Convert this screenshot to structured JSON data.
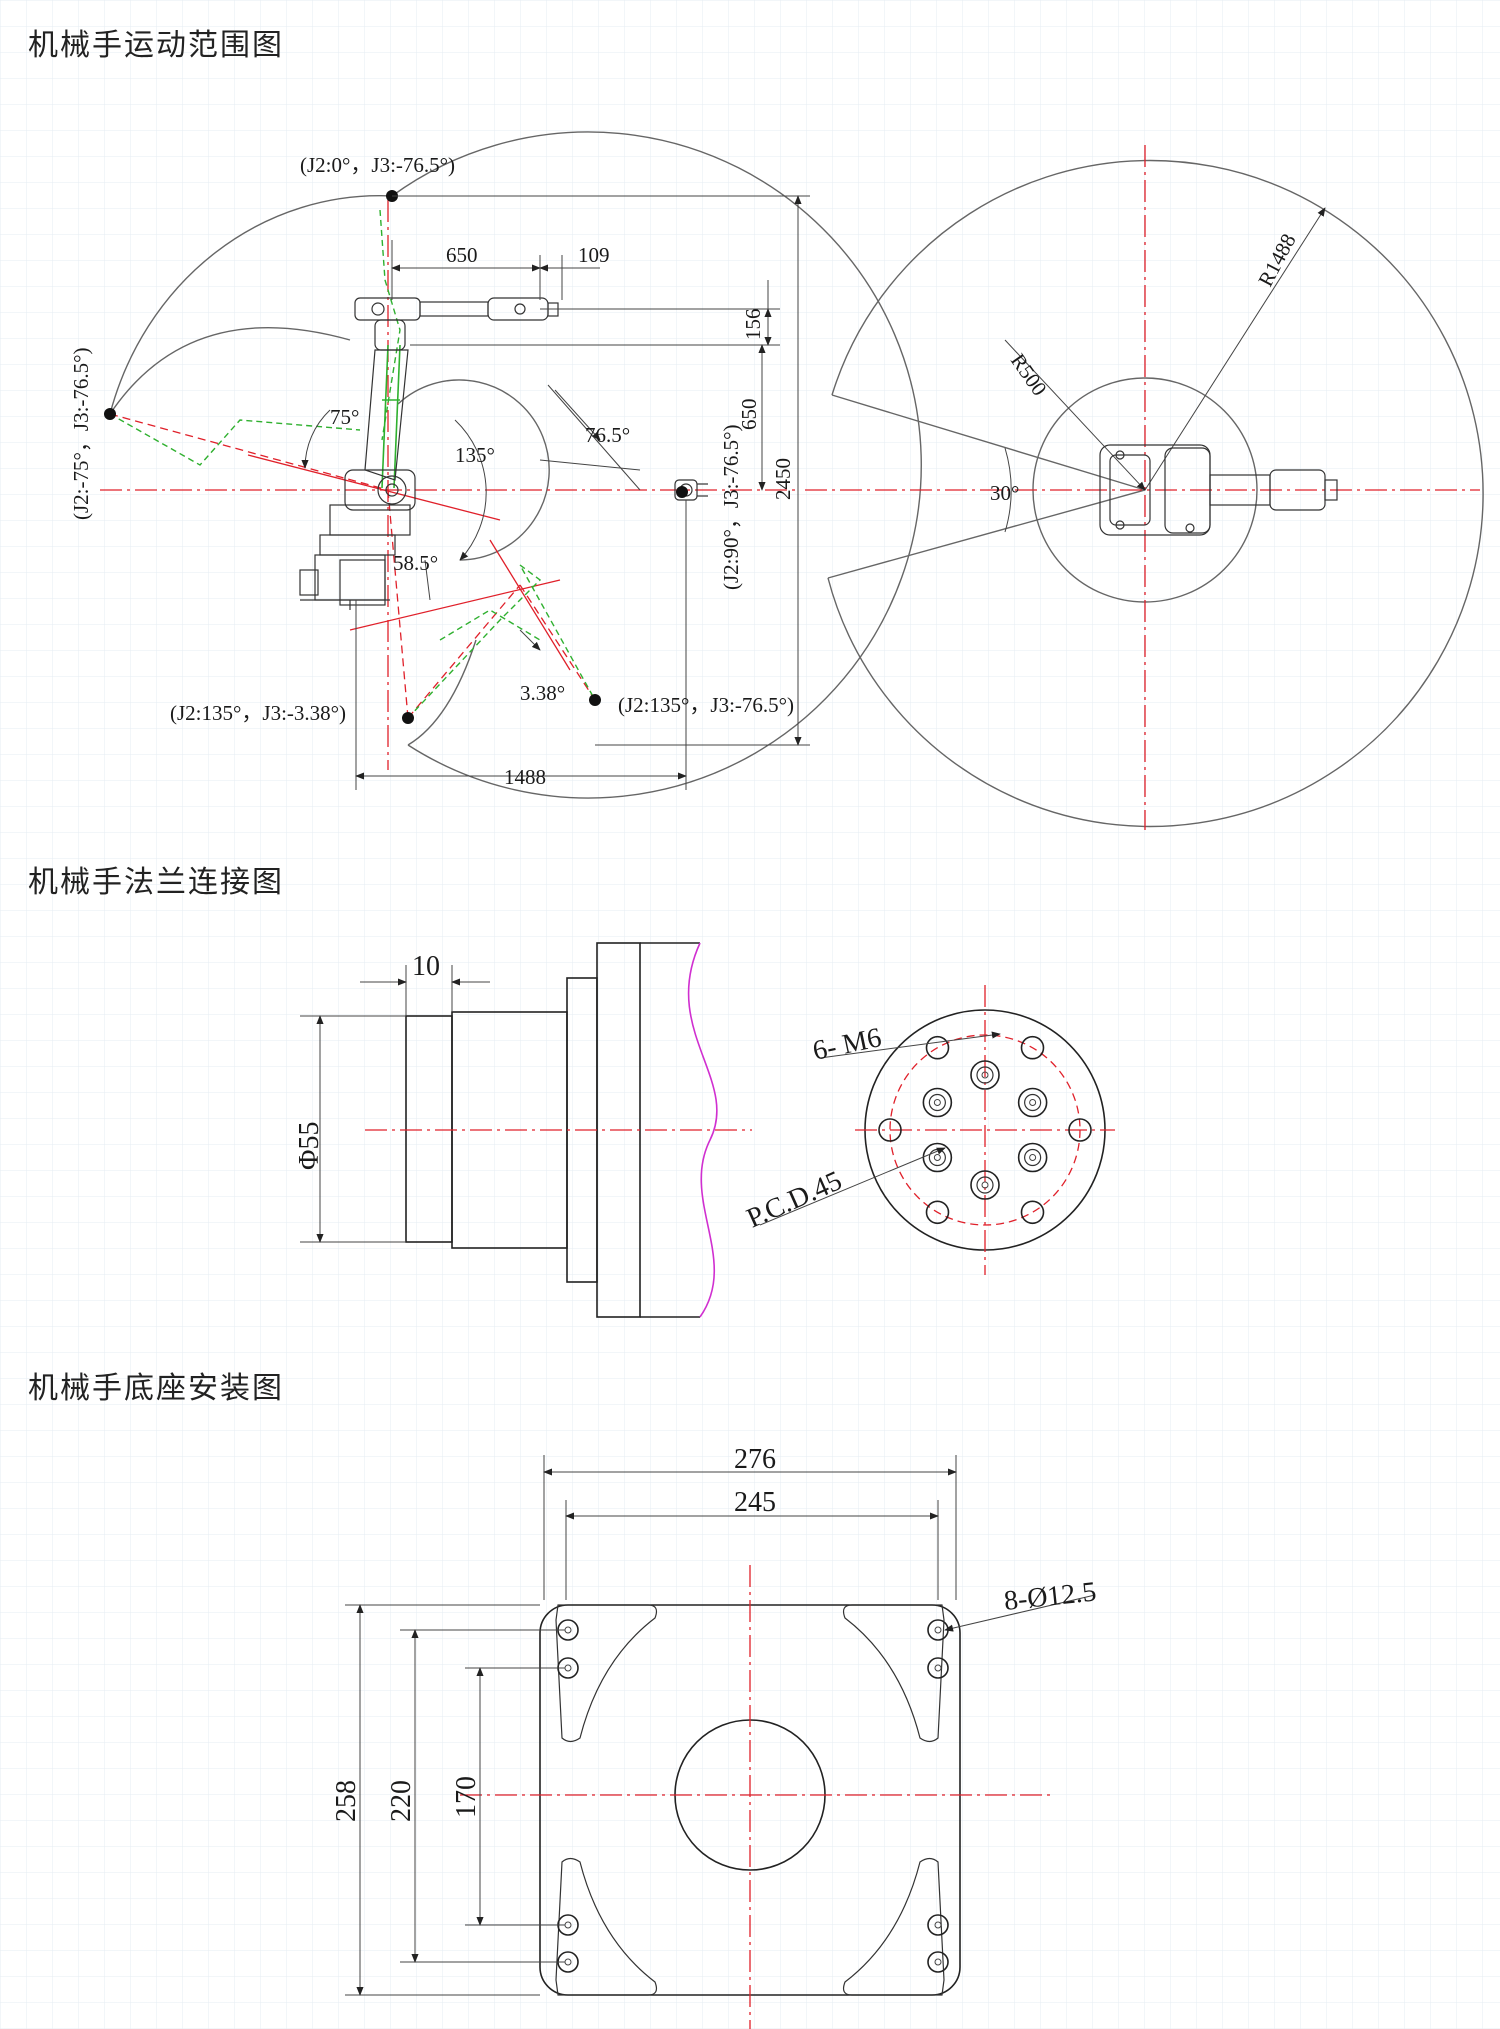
{
  "sections": {
    "motion_range": "机械手运动范围图",
    "flange": "机械手法兰连接图",
    "base": "机械手底座安装图"
  },
  "motion": {
    "pos_top": "(J2:0°，J3:-76.5°)",
    "pos_left": "(J2:-75°，J3:-76.5°)",
    "pos_front": "(J2:90°，J3:-76.5°)",
    "pos_bottom_left": "(J2:135°，J3:-3.38°)",
    "pos_bottom_right": "(J2:135°，J3:-76.5°)",
    "dim_650_top": "650",
    "dim_109": "109",
    "dim_156": "156",
    "dim_650_side": "650",
    "dim_2450": "2450",
    "dim_1488": "1488",
    "angle_75": "75°",
    "angle_135": "135°",
    "angle_76_5": "76.5°",
    "angle_58_5": "58.5°",
    "angle_3_38": "3.38°",
    "top_r1488": "R1488",
    "top_r500": "R500",
    "top_30": "30°"
  },
  "flange": {
    "dim_10": "10",
    "dim_55": "Φ55",
    "thread": "6- M6",
    "pcd": "P.C.D.45"
  },
  "base": {
    "dim_276": "276",
    "dim_245": "245",
    "holes": "8-Ø12.5",
    "dim_258": "258",
    "dim_220": "220",
    "dim_170": "170"
  },
  "colors": {
    "grid": "#e6ecf3",
    "centerline": "#e0202a",
    "joint_path": "#2fb02f",
    "break_line": "#d02fd0"
  }
}
